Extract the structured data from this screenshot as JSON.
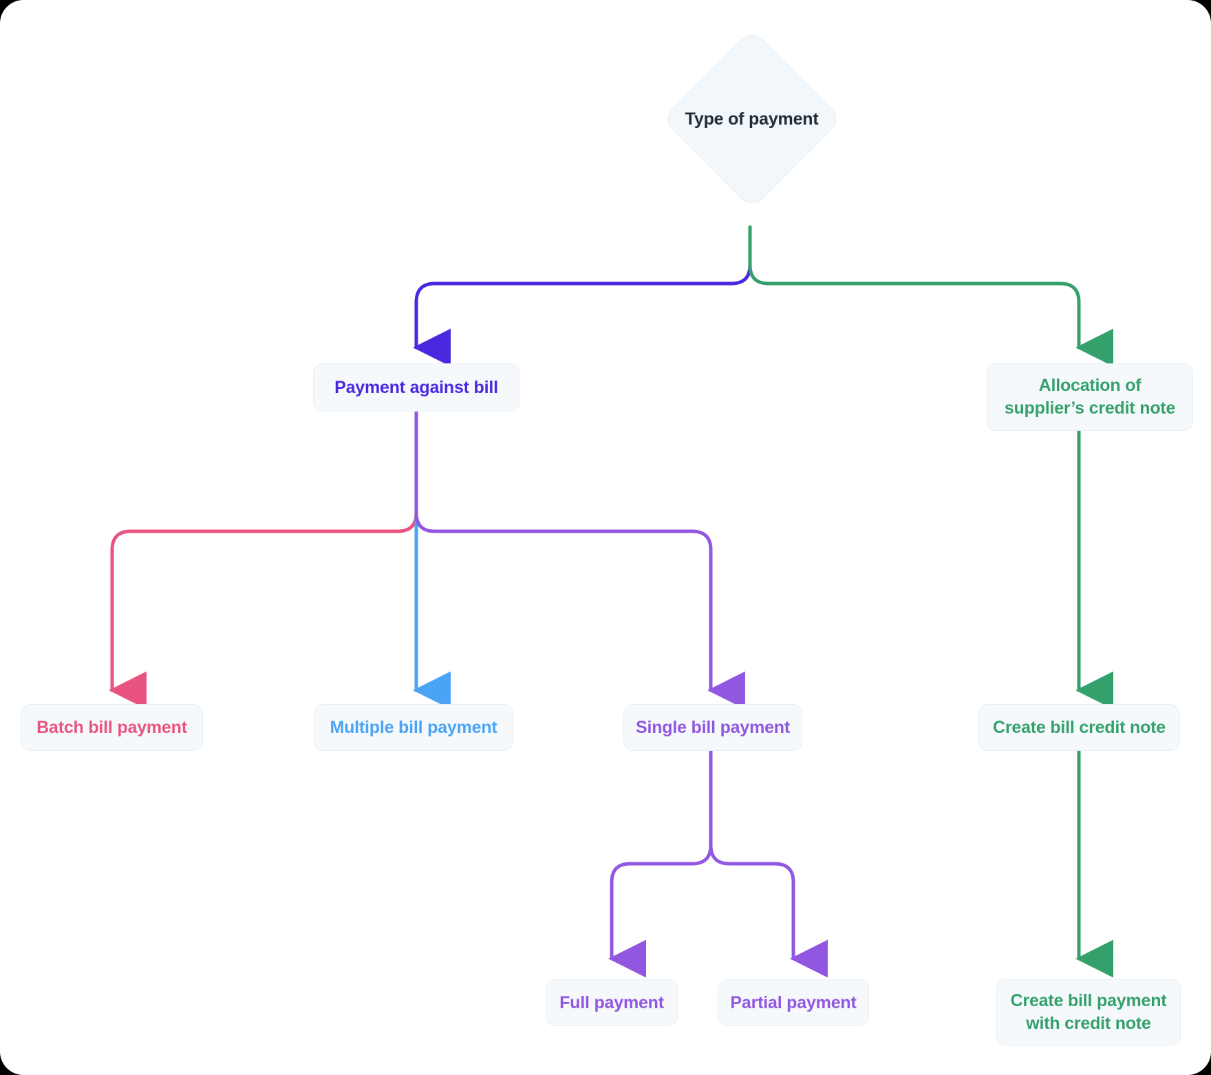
{
  "diagram": {
    "title": "Type of payment decision flow",
    "canvas": {
      "background": "#ffffff",
      "outer_background": "#000000"
    },
    "node_style": {
      "fill": "#f5f9fc",
      "border": "#e6eef5"
    },
    "colors": {
      "root_text": "#212b36",
      "indigo": "#4b27e0",
      "green": "#34a06b",
      "blue": "#4aa3f5",
      "pink": "#e8547f",
      "purple": "#9257e0"
    },
    "nodes": {
      "root": {
        "label": "Type of payment",
        "color": "#212b36",
        "shape": "diamond"
      },
      "payment_against_bill": {
        "label": "Payment against bill",
        "color": "#4b27e0",
        "shape": "rounded-rect"
      },
      "allocation_credit_note": {
        "label": "Allocation of supplier’s credit note",
        "color": "#34a06b",
        "shape": "rounded-rect"
      },
      "batch_bill_payment": {
        "label": "Batch bill payment",
        "color": "#e8547f",
        "shape": "rounded-rect"
      },
      "multiple_bill_payment": {
        "label": "Multiple bill payment",
        "color": "#4aa3f5",
        "shape": "rounded-rect"
      },
      "single_bill_payment": {
        "label": "Single bill payment",
        "color": "#9257e0",
        "shape": "rounded-rect"
      },
      "create_bill_credit_note": {
        "label": "Create bill credit note",
        "color": "#34a06b",
        "shape": "rounded-rect"
      },
      "full_payment": {
        "label": "Full payment",
        "color": "#9257e0",
        "shape": "rounded-rect"
      },
      "partial_payment": {
        "label": "Partial payment",
        "color": "#9257e0",
        "shape": "rounded-rect"
      },
      "create_bill_payment_with_credit_note": {
        "label": "Create bill payment with credit note",
        "color": "#34a06b",
        "shape": "rounded-rect"
      }
    },
    "edges": [
      {
        "from": "root",
        "to": "payment_against_bill",
        "color": "#4b27e0",
        "arrow": true
      },
      {
        "from": "root",
        "to": "allocation_credit_note",
        "color": "#34a06b",
        "arrow": true
      },
      {
        "from": "payment_against_bill",
        "to": "batch_bill_payment",
        "color": "#e8547f",
        "arrow": true
      },
      {
        "from": "payment_against_bill",
        "to": "multiple_bill_payment",
        "color": "#4aa3f5",
        "arrow": true
      },
      {
        "from": "payment_against_bill",
        "to": "single_bill_payment",
        "color": "#9257e0",
        "arrow": true
      },
      {
        "from": "allocation_credit_note",
        "to": "create_bill_credit_note",
        "color": "#34a06b",
        "arrow": true
      },
      {
        "from": "single_bill_payment",
        "to": "full_payment",
        "color": "#9257e0",
        "arrow": true
      },
      {
        "from": "single_bill_payment",
        "to": "partial_payment",
        "color": "#9257e0",
        "arrow": true
      },
      {
        "from": "create_bill_credit_note",
        "to": "create_bill_payment_with_credit_note",
        "color": "#34a06b",
        "arrow": true
      }
    ]
  }
}
